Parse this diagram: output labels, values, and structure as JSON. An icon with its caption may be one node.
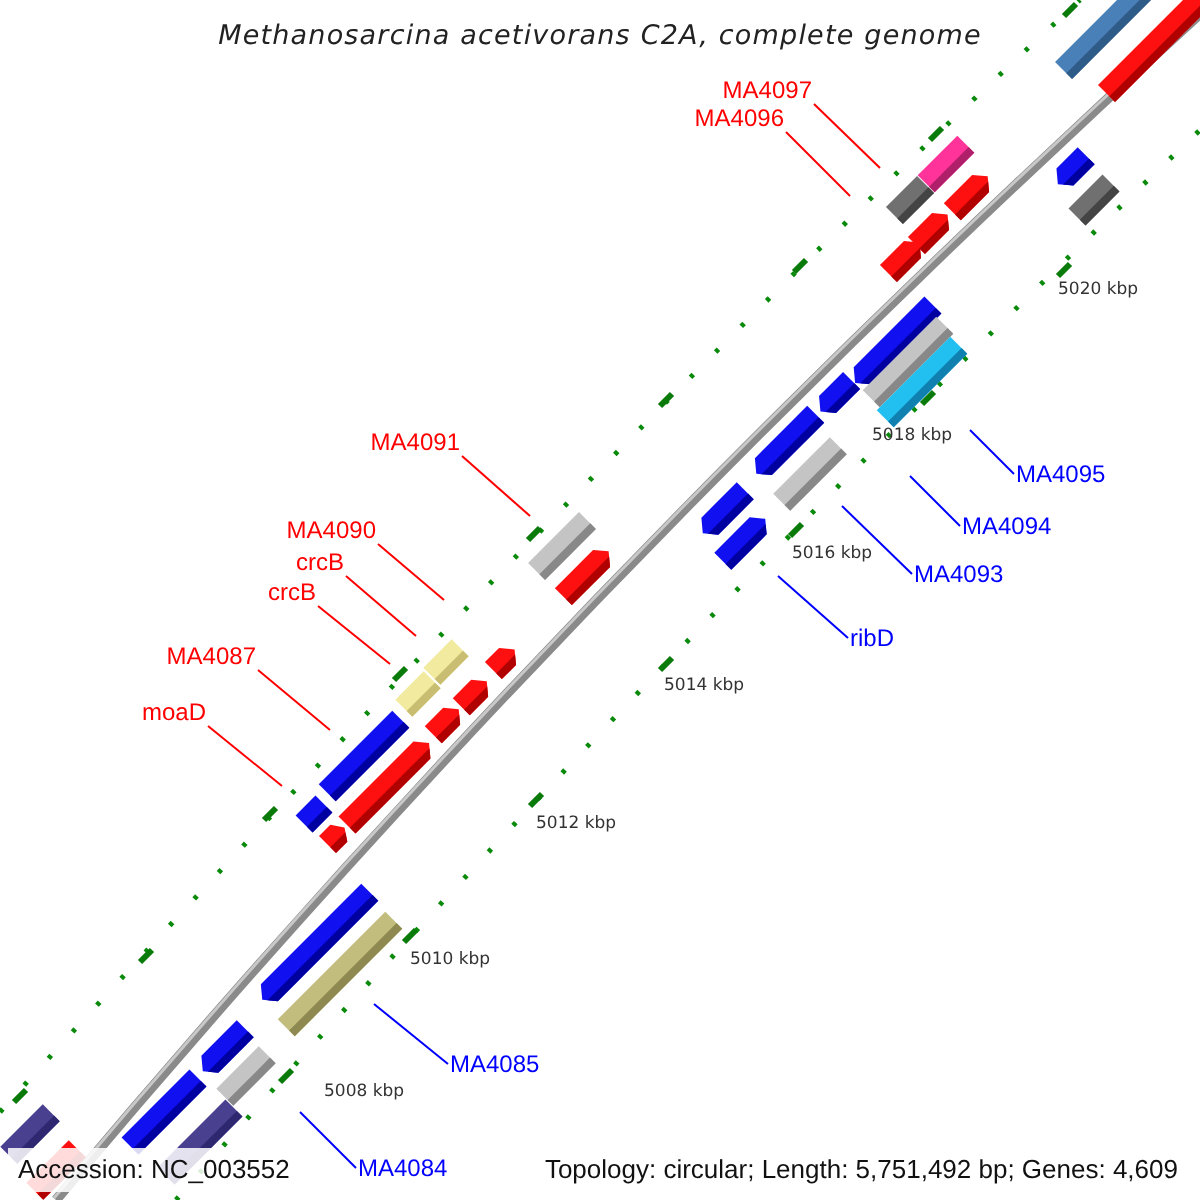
{
  "diagram": {
    "title": "Methanosarcina acetivorans C2A, complete genome",
    "nodes": [
      {
        "text": [
          "MA4097"
        ]
      },
      {
        "text": [
          "MA4096"
        ]
      },
      {
        "text": [
          "MA4091"
        ]
      },
      {
        "text": [
          "MA4095"
        ]
      },
      {
        "text": [
          "MA4094"
        ]
      },
      {
        "text": [
          "MA4090"
        ]
      },
      {
        "text": [
          "crcB"
        ]
      },
      {
        "text": [
          "MA4093"
        ]
      },
      {
        "text": [
          "crcB"
        ]
      },
      {
        "text": [
          "ribD"
        ]
      },
      {
        "text": [
          "MA4087"
        ]
      },
      {
        "text": [
          "moaD"
        ]
      },
      {
        "text": [
          "MA4085"
        ]
      },
      {
        "text": [
          "MA4084"
        ]
      }
    ],
    "edges": [
      {
        "from": 0,
        "to": null,
        "arrow": "none"
      },
      {
        "from": 1,
        "to": null,
        "arrow": "none"
      },
      {
        "from": 2,
        "to": null,
        "arrow": "none"
      },
      {
        "from": 3,
        "to": null,
        "arrow": "none",
        "color": "#0000ff"
      },
      {
        "from": 4,
        "to": null,
        "arrow": "none",
        "color": "#0000ff"
      },
      {
        "from": 5,
        "to": null,
        "arrow": "none"
      },
      {
        "from": 6,
        "to": null,
        "arrow": "none"
      },
      {
        "from": 7,
        "to": null,
        "arrow": "none",
        "color": "#0000ff"
      },
      {
        "from": 8,
        "to": null,
        "arrow": "none"
      },
      {
        "from": 9,
        "to": null,
        "arrow": "none",
        "color": "#0000ff"
      },
      {
        "from": 10,
        "to": null,
        "arrow": "none"
      },
      {
        "from": 11,
        "to": null,
        "arrow": "none"
      },
      {
        "from": 12,
        "to": null,
        "arrow": "none",
        "color": "#0000ff"
      },
      {
        "from": 13,
        "to": null,
        "arrow": "none",
        "color": "#0000ff"
      }
    ],
    "labels": [
      "5020 kbp",
      "5018 kbp",
      "5016 kbp",
      "5014 kbp",
      "5012 kbp",
      "5010 kbp",
      "5008 kbp",
      "Accession: NC_003552",
      "Topology: circular; Length: 5,751,492 bp; Genes: 4,609"
    ]
  }
}
